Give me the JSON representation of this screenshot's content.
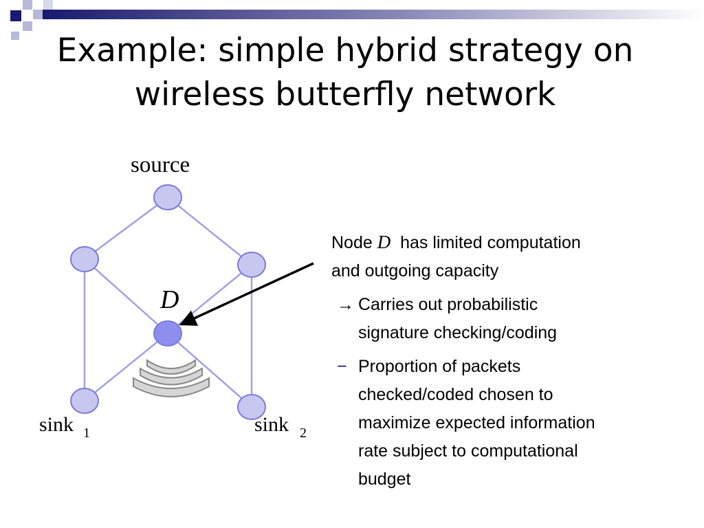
{
  "slide": {
    "title_lines": [
      "Example: simple hybrid strategy on",
      "wireless butterfly network"
    ]
  },
  "diagram": {
    "labels": {
      "source": "source",
      "node_d": "D",
      "sink1": "sink",
      "sink1_sub": "1",
      "sink2": "sink",
      "sink2_sub": "2"
    },
    "colors": {
      "node_fill": "#c7c7f0",
      "node_d_fill": "#8e8eee",
      "node_stroke": "#7a7ad8",
      "edge": "#a0a0e8",
      "wave_fill": "#d6d6d6",
      "wave_stroke": "#888888",
      "arrow": "#000000"
    }
  },
  "description": {
    "intro_lines": [
      "Node",
      "D",
      "has limited computation",
      "and outgoing capacity"
    ],
    "bullets": [
      {
        "marker": "→",
        "lines": [
          "Carries out probabilistic",
          "signature checking/coding"
        ]
      },
      {
        "marker": "−",
        "lines": [
          "Proportion of packets",
          "checked/coded chosen to",
          "maximize expected information",
          "rate subject to computational",
          "budget"
        ]
      }
    ]
  }
}
